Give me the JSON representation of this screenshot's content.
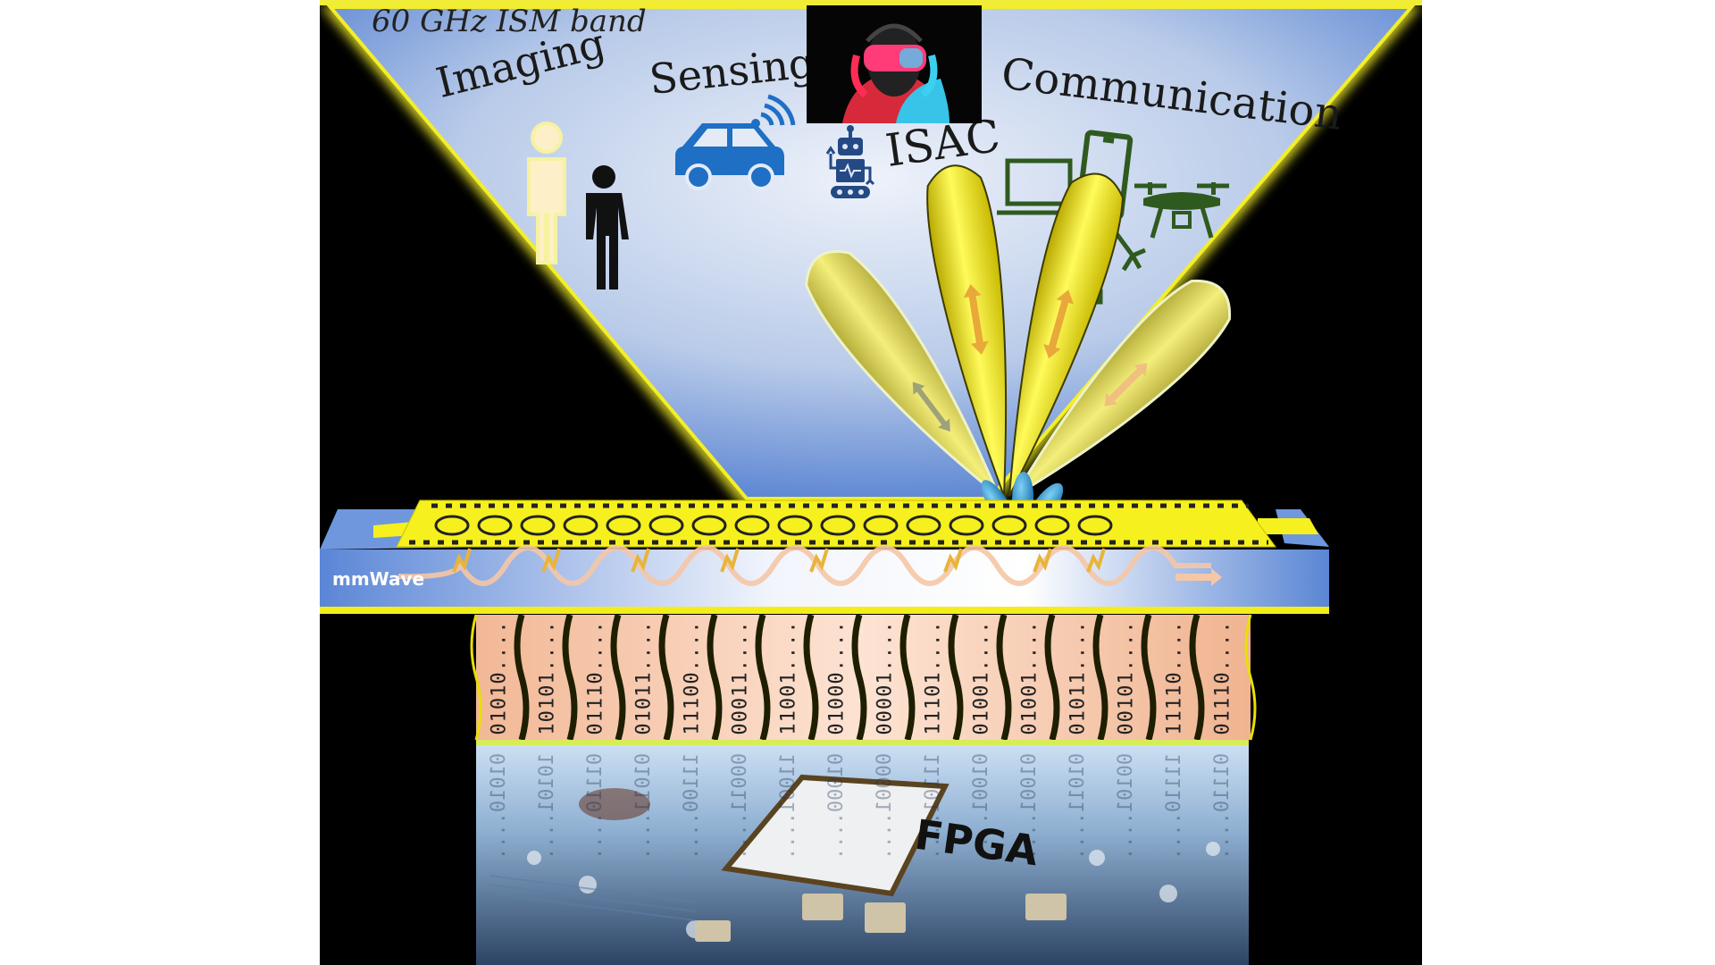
{
  "figure": {
    "band_label": "60 GHz ISM band",
    "applications": {
      "imaging": "Imaging",
      "sensing": "Sensing",
      "isac": "ISAC",
      "communication": "Communication"
    },
    "icons": {
      "imaging": [
        "person-glow-icon",
        "person-icon"
      ],
      "sensing": [
        "connected-car-icon"
      ],
      "isac": [
        "robot-icon",
        "vr-headset-photo"
      ],
      "communication": [
        "laptop-icon",
        "smartphone-icon",
        "drone-icon",
        "robotic-arm-icon"
      ]
    },
    "beams": {
      "count": 4,
      "color": "#f2ea1a",
      "sidelobe_color": "#1e8fc8",
      "polarization_arrow_color": "#e8a83a"
    },
    "antenna": {
      "element_count": 16,
      "waveguide_label": "mmWave",
      "substrate_color": "#5a8ad8",
      "metal_color": "#f6f01e"
    },
    "bitstreams": [
      "01010....",
      "10101....",
      "01110....",
      "01011....",
      "11100....",
      "00011....",
      "11001....",
      "01000....",
      "00001....",
      "11101....",
      "01001....",
      "01001....",
      "01011....",
      "00101....",
      "11110....",
      "01110...."
    ],
    "chip_label": "FPGA",
    "colors": {
      "background": "#000000",
      "triangle_top": "#5c86d4",
      "triangle_center": "#e9eef8",
      "border": "#f0ec3a",
      "text": "#1a1a1a",
      "comm_icon": "#2f5a1f",
      "sensing_icon": "#1f6fc4",
      "isac_icon": "#244a86",
      "bit_column": "#f5c8ad"
    }
  }
}
